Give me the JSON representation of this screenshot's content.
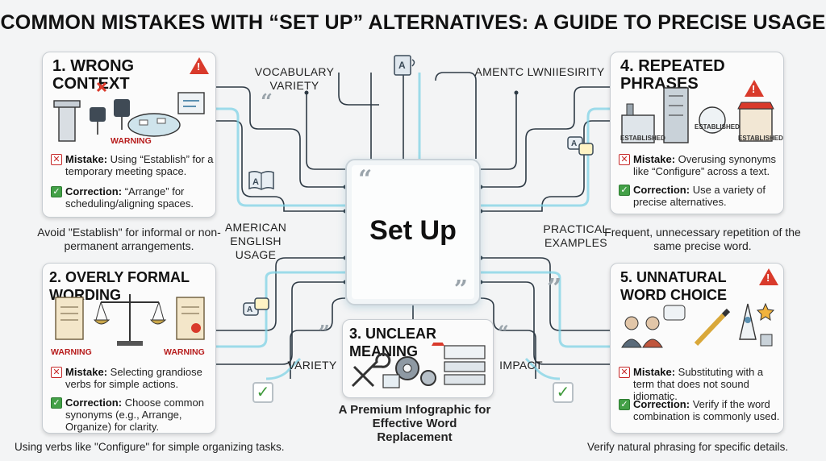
{
  "title": "COMMON MISTAKES WITH “SET UP” ALTERNATIVES: A GUIDE TO PRECISE USAGE",
  "center": {
    "text": "Set Up"
  },
  "subtitle": "A Premium Infographic for Effective Word Replacement",
  "labels": {
    "vocabulary_variety": "VOCABULARY VARIETY",
    "amentc": "AMENTC LWNIIESIRITY",
    "american": "AMERICAN ENGLISH USAGE",
    "practical": "PRACTICAL EXAMPLES",
    "variety": "VARIETY",
    "impact": "IMPACT"
  },
  "cards": {
    "c1": {
      "title": "1. WRONG CONTEXT",
      "warning": "WARNING",
      "mistake_label": "Mistake:",
      "mistake_text": "Using “Establish” for a temporary meeting space.",
      "correction_label": "Correction:",
      "correction_text": "“Arrange” for scheduling/aligning spaces.",
      "caption": "Avoid \"Establish\" for informal or non-permanent arrangements."
    },
    "c2": {
      "title": "2. OVERLY FORMAL WORDING",
      "warning_left": "WARNING",
      "warning_right": "WARNING",
      "mistake_label": "Mistake:",
      "mistake_text": "Selecting grandiose verbs for simple actions.",
      "correction_label": "Correction:",
      "correction_text": "Choose common synonyms (e.g., Arrange, Organize) for clarity.",
      "caption": "Using verbs like \"Configure\" for simple organizing tasks."
    },
    "c3": {
      "title": "3. UNCLEAR MEANING"
    },
    "c4": {
      "title": "4. REPEATED PHRASES",
      "sign": "ESTABLISHED",
      "mistake_label": "Mistake:",
      "mistake_text": "Overusing synonyms like “Configure” across a text.",
      "correction_label": "Correction:",
      "correction_text": "Use a variety of precise alternatives.",
      "caption": "Frequent, unnecessary repetition of the same precise word."
    },
    "c5": {
      "title": "5. UNNATURAL WORD CHOICE",
      "mistake_label": "Mistake:",
      "mistake_text": "Substituting with a term that does not sound idiomatic.",
      "correction_label": "Correction:",
      "correction_text": "Verify if the word combination is commonly used.",
      "caption": "Verify natural phrasing for specific details."
    }
  },
  "colors": {
    "accent_red": "#d93a2b",
    "check_green": "#43a047",
    "wire_dark": "#2e3a45",
    "wire_glow": "#7fd3e6"
  }
}
